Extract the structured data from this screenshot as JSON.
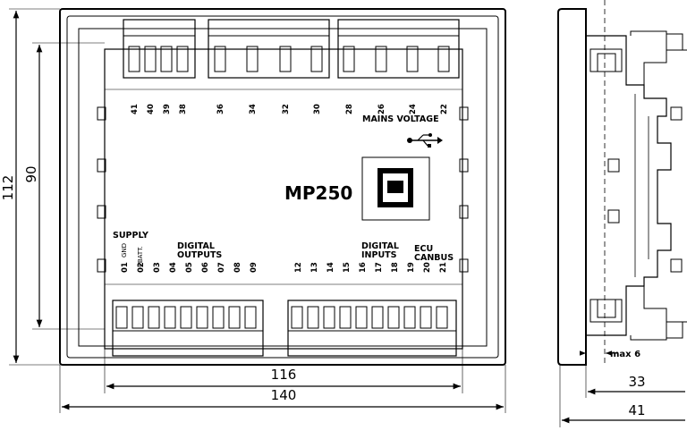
{
  "dimensions": {
    "height_outer": "112",
    "height_inner": "90",
    "width_inner": "116",
    "width_outer": "140",
    "depth_inner": "33",
    "depth_outer": "41",
    "max_label": "max 6"
  },
  "device": {
    "model": "MP250",
    "mains_voltage_label": "MAINS VOLTAGE",
    "supply_label": "SUPPLY",
    "digital_outputs_label": [
      "DIGITAL",
      "OUTPUTS"
    ],
    "digital_inputs_label": [
      "DIGITAL",
      "INPUTS"
    ],
    "ecu_canbus_label": [
      "ECU",
      "CANBUS"
    ],
    "gnd_label": "GND",
    "batt_label": "+BATT."
  },
  "top_pins": [
    "41",
    "40",
    "39",
    "38",
    "36",
    "34",
    "32",
    "30",
    "28",
    "26",
    "24",
    "22"
  ],
  "bottom_pins": [
    "01",
    "02",
    "03",
    "04",
    "05",
    "06",
    "07",
    "08",
    "09",
    "12",
    "13",
    "14",
    "15",
    "16",
    "17",
    "18",
    "19",
    "20",
    "21"
  ]
}
